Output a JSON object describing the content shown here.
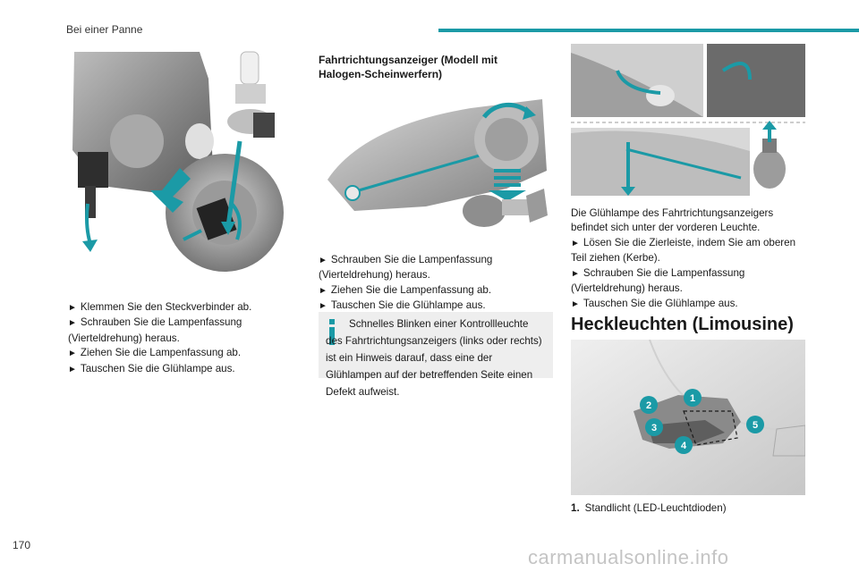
{
  "header": {
    "title": "Bei einer Panne",
    "accent_color": "#1b9aa6"
  },
  "page_number": "170",
  "watermark": "carmanualsonline.info",
  "col1": {
    "steps": [
      "Klemmen Sie den Steckverbinder ab.",
      "Schrauben Sie die Lampenfassung (Vierteldrehung) heraus.",
      "Ziehen Sie die Lampenfassung ab.",
      "Tauschen Sie die Glühlampe aus."
    ]
  },
  "col2": {
    "title": "Fahrtrichtungsanzeiger (Modell mit Halogen-Scheinwerfern)",
    "steps": [
      "Schrauben Sie die Lampenfassung (Vierteldrehung) heraus.",
      "Ziehen Sie die Lampenfassung ab.",
      "Tauschen Sie die Glühlampe aus."
    ],
    "note": "Schnelles Blinken einer Kontrollleuchte des Fahrtrichtungsanzeigers (links oder rechts) ist ein Hinweis darauf, dass eine der Glühlampen auf der betreffenden Seite einen Defekt aufweist."
  },
  "col3": {
    "intro": "Die Glühlampe des Fahrtrichtungsanzeigers befindet sich unter der vorderen Leuchte.",
    "steps": [
      "Lösen Sie die Zierleiste, indem Sie am oberen Teil ziehen (Kerbe).",
      "Schrauben Sie die Lampenfassung (Vierteldrehung) heraus.",
      "Tauschen Sie die Glühlampe aus."
    ],
    "section_heading": "Heckleuchten (Limousine)",
    "callouts": [
      "1",
      "2",
      "3",
      "4",
      "5"
    ],
    "list": [
      {
        "num": "1.",
        "text": "Standlicht (LED-Leuchtdioden)"
      }
    ]
  },
  "arrow_glyph": "►"
}
